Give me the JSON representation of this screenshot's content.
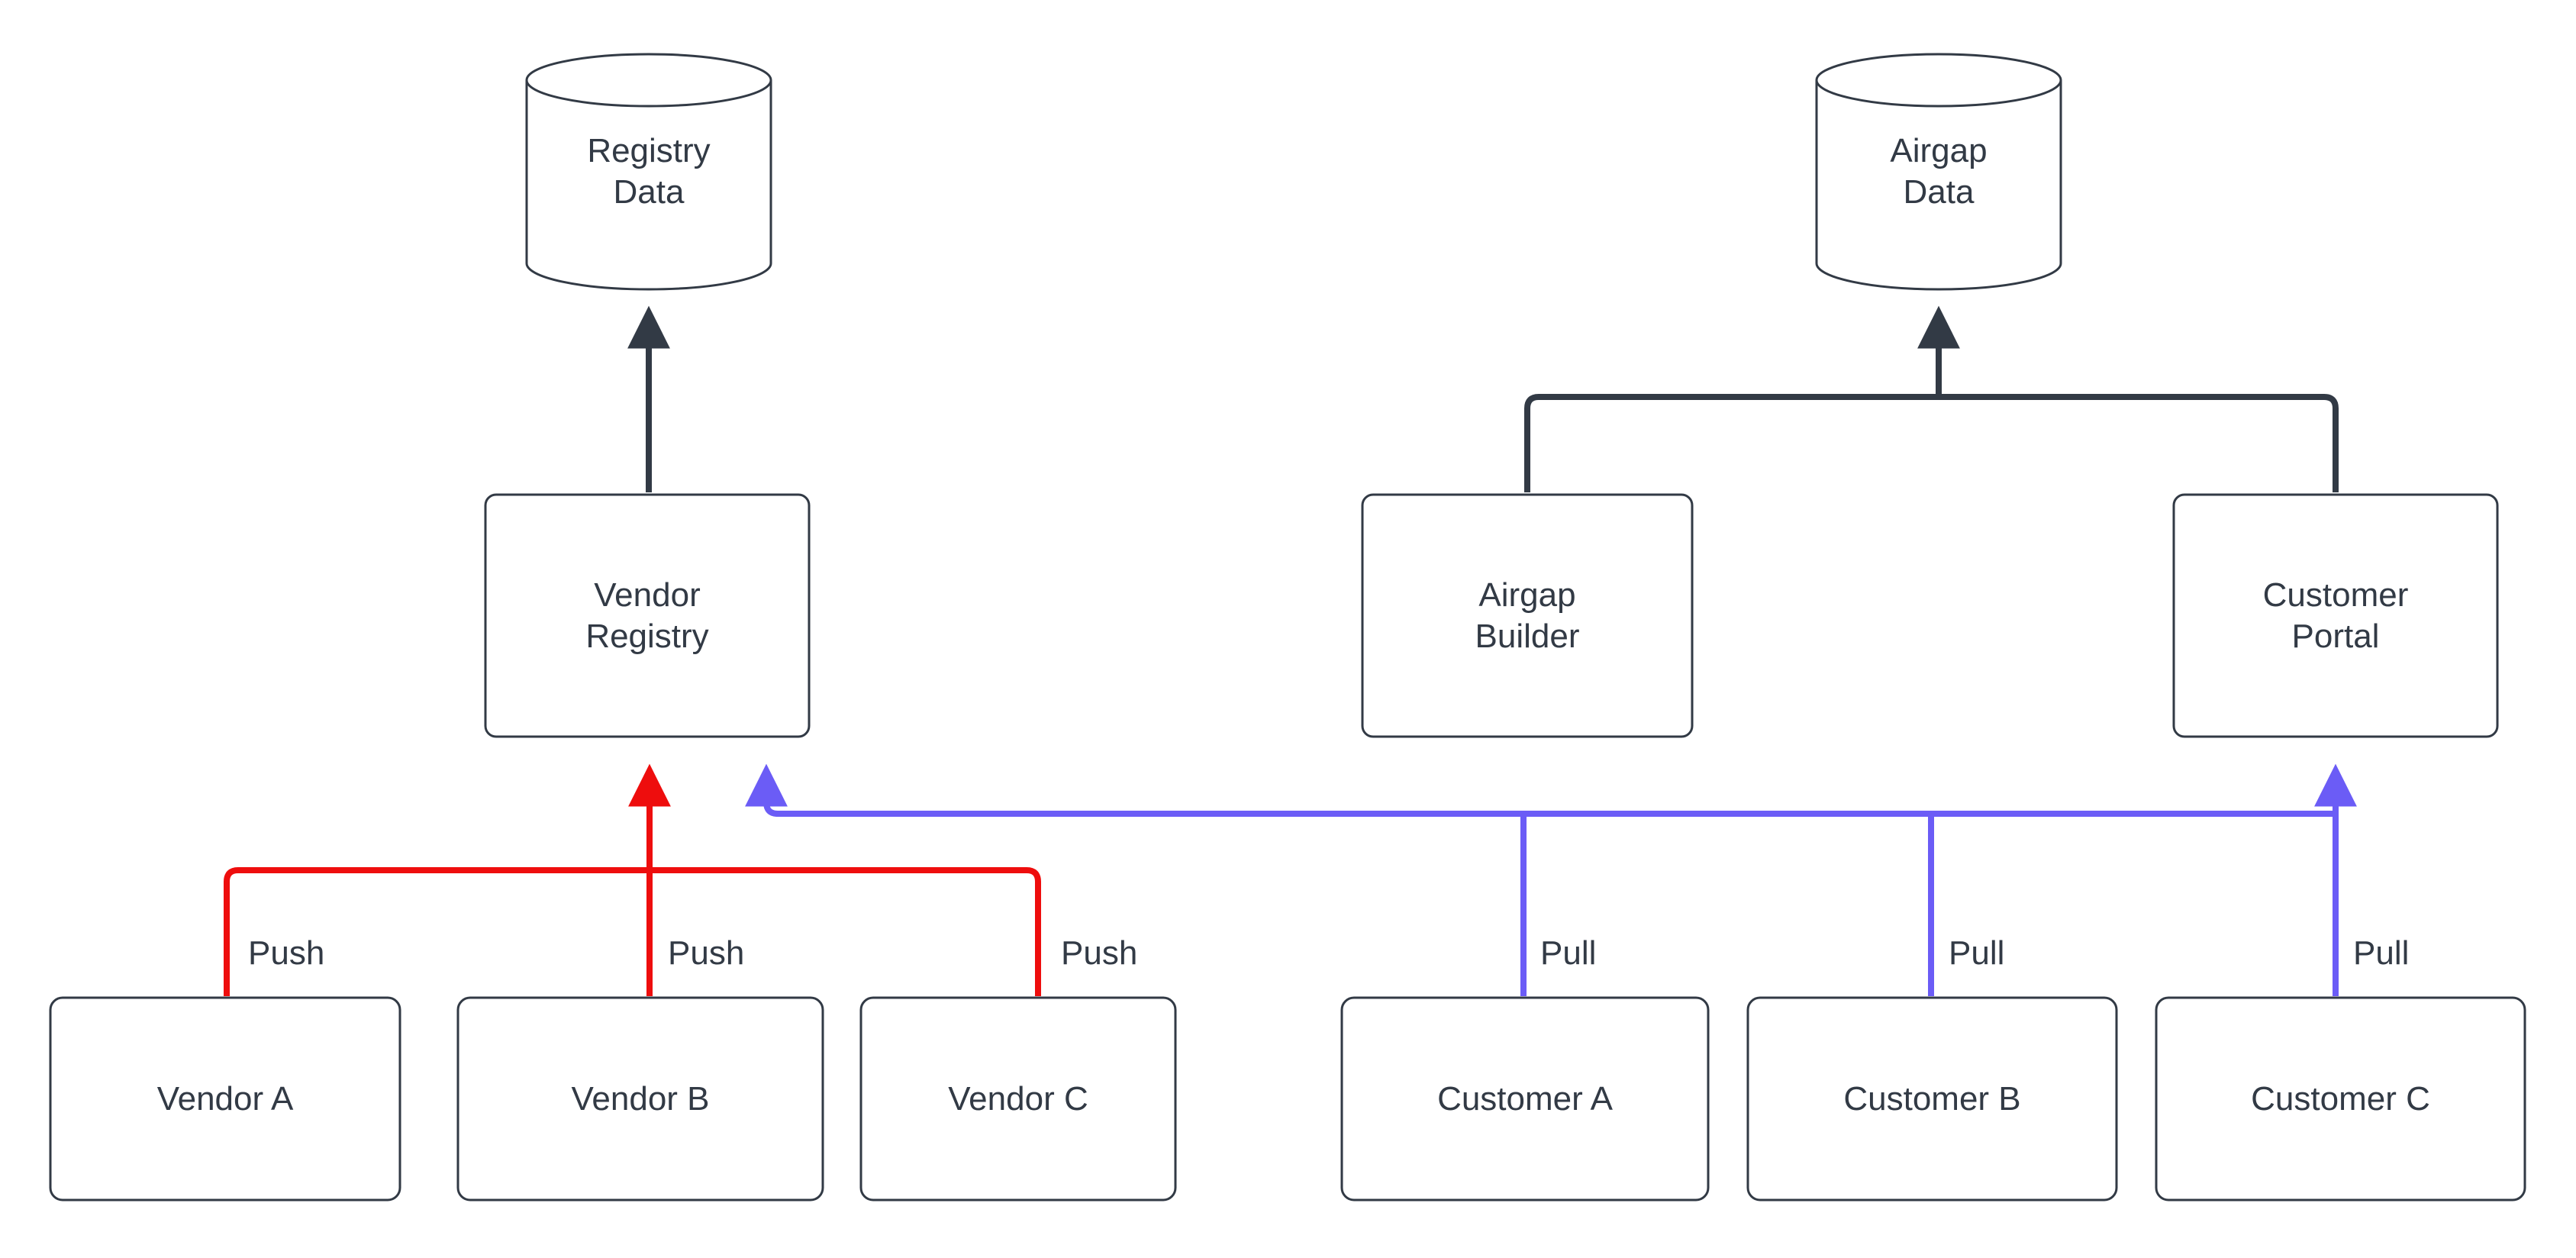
{
  "diagram": {
    "type": "flow-architecture",
    "background_color": "#ffffff",
    "stroke_color": "#323a45",
    "text_color": "#323a45",
    "push_color": "#ee0d0d",
    "pull_color": "#6b5cf6",
    "datastores": [
      {
        "id": "registry-data",
        "line1": "Registry",
        "line2": "Data"
      },
      {
        "id": "airgap-data",
        "line1": "Airgap",
        "line2": "Data"
      }
    ],
    "services": [
      {
        "id": "vendor-registry",
        "line1": "Vendor",
        "line2": "Registry"
      },
      {
        "id": "airgap-builder",
        "line1": "Airgap",
        "line2": "Builder"
      },
      {
        "id": "customer-portal",
        "line1": "Customer",
        "line2": "Portal"
      }
    ],
    "actors": [
      {
        "id": "vendor-a",
        "label": "Vendor A",
        "edge_label": "Push",
        "edge_kind": "push"
      },
      {
        "id": "vendor-b",
        "label": "Vendor B",
        "edge_label": "Push",
        "edge_kind": "push"
      },
      {
        "id": "vendor-c",
        "label": "Vendor C",
        "edge_label": "Push",
        "edge_kind": "push"
      },
      {
        "id": "customer-a",
        "label": "Customer A",
        "edge_label": "Pull",
        "edge_kind": "pull"
      },
      {
        "id": "customer-b",
        "label": "Customer B",
        "edge_label": "Pull",
        "edge_kind": "pull"
      },
      {
        "id": "customer-c",
        "label": "Customer C",
        "edge_label": "Pull",
        "edge_kind": "pull"
      }
    ],
    "edge_labels": {
      "push_a": "Push",
      "push_b": "Push",
      "push_c": "Push",
      "pull_a": "Pull",
      "pull_b": "Pull",
      "pull_c": "Pull"
    }
  }
}
